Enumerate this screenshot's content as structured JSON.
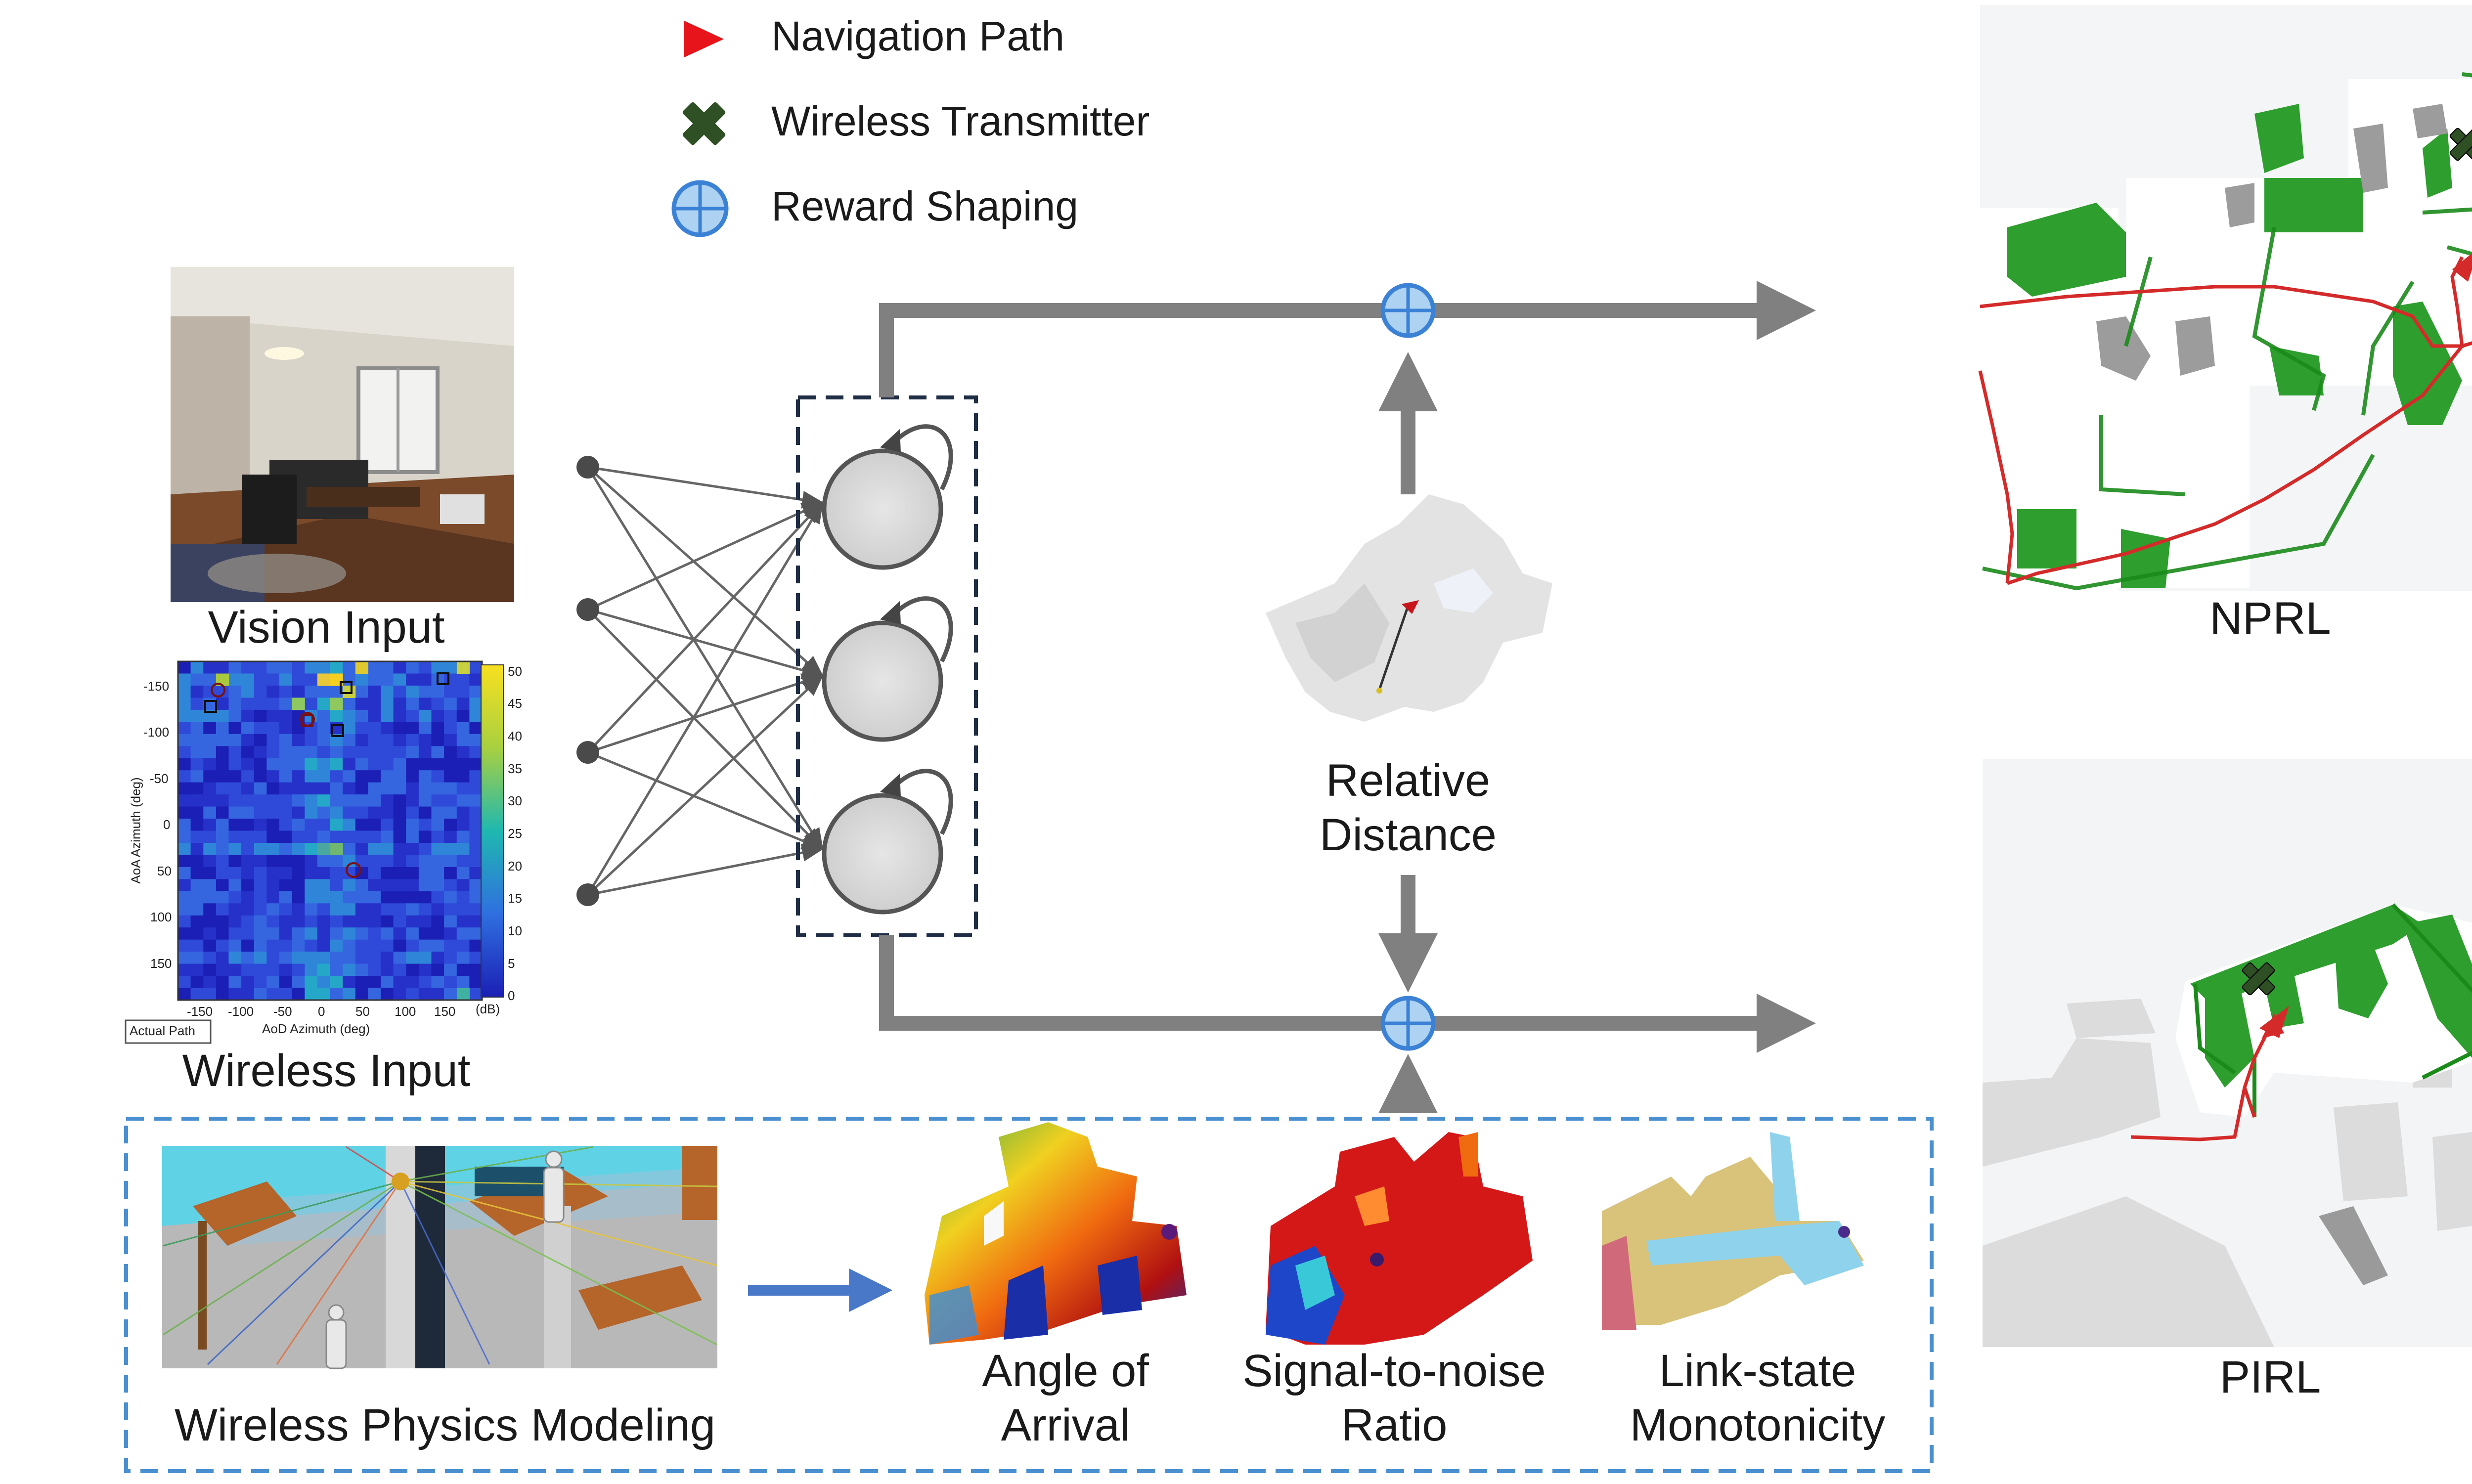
{
  "legend": [
    {
      "label": "Navigation Path",
      "icon": "red-triangle-icon",
      "color": "#e8141b"
    },
    {
      "label": "Wireless Transmitter",
      "icon": "dark-green-cross-icon",
      "color": "#2f4f25"
    },
    {
      "label": "Reward Shaping",
      "icon": "circle-plus-icon",
      "color": "#3b82d6"
    }
  ],
  "inputs": {
    "vision_caption": "Vision Input",
    "wireless_caption": "Wireless Input"
  },
  "heatmap": {
    "y_label": "AoA Azimuth (deg)",
    "x_label": "AoD Azimuth (deg)",
    "y_ticks": [
      "-150",
      "-100",
      "-50",
      "0",
      "50",
      "100",
      "150"
    ],
    "x_ticks": [
      "-150",
      "-100",
      "-50",
      "0",
      "50",
      "100",
      "150"
    ],
    "colorbar_ticks": [
      "50",
      "45",
      "40",
      "35",
      "30",
      "25",
      "20",
      "15",
      "10",
      "5",
      "0"
    ],
    "colorbar_unit": "(dB)",
    "legend_entry": "Actual Path"
  },
  "relative_distance": {
    "line1": "Relative",
    "line2": "Distance"
  },
  "outputs": {
    "top": "NPRL",
    "bottom": "PIRL"
  },
  "physics": {
    "caption": "Wireless Physics Modeling",
    "maps": [
      {
        "line1": "Angle of",
        "line2": "Arrival"
      },
      {
        "line1": "Signal-to-noise",
        "line2": "Ratio"
      },
      {
        "line1": "Link-state",
        "line2": "Monotonicity"
      }
    ]
  },
  "colors": {
    "arrow_gray": "#808080",
    "dashed_navy": "#1f2d45",
    "dashed_blue": "#4a90d0",
    "reward_blue": "#3b82d6",
    "path_red": "#d42a2a",
    "map_green": "#2e9e2e"
  }
}
